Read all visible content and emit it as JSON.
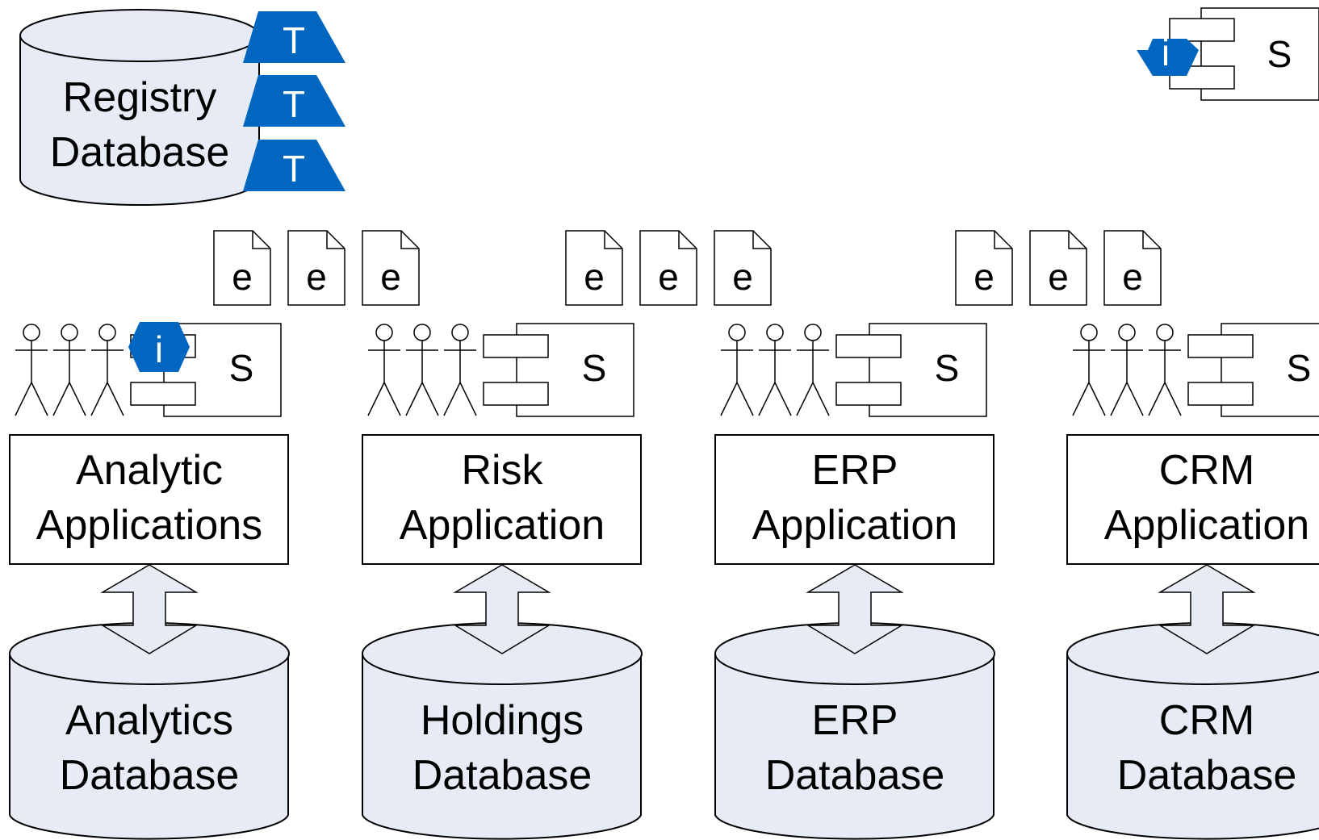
{
  "registry_db": {
    "line1": "Registry",
    "line2": "Database"
  },
  "tables": [
    "T",
    "T",
    "T"
  ],
  "service_badge": {
    "info": "i",
    "label": "S"
  },
  "event_groups": [
    [
      "e",
      "e",
      "e"
    ],
    [
      "e",
      "e",
      "e"
    ],
    [
      "e",
      "e",
      "e"
    ]
  ],
  "columns": [
    {
      "service": "S",
      "service_info": "i",
      "actors": 3,
      "app": {
        "line1": "Analytic",
        "line2": "Applications"
      },
      "db": {
        "line1": "Analytics",
        "line2": "Database"
      }
    },
    {
      "service": "S",
      "actors": 3,
      "app": {
        "line1": "Risk",
        "line2": "Application"
      },
      "db": {
        "line1": "Holdings",
        "line2": "Database"
      }
    },
    {
      "service": "S",
      "actors": 3,
      "app": {
        "line1": "ERP",
        "line2": "Application"
      },
      "db": {
        "line1": "ERP",
        "line2": "Database"
      }
    },
    {
      "service": "S",
      "actors": 3,
      "app": {
        "line1": "CRM",
        "line2": "Application"
      },
      "db": {
        "line1": "CRM",
        "line2": "Database"
      }
    }
  ],
  "colors": {
    "fill": "#e6ebf5",
    "accent": "#0066c0",
    "stroke": "#000000"
  }
}
